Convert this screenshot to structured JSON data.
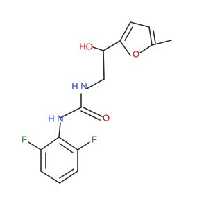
{
  "colors": {
    "bond": "#2b2b2b",
    "oxygen": "#d40000",
    "nitrogen": "#1f3bd6",
    "fluorine": "#2c8a26"
  },
  "labels": {
    "hydroxyl": "HO",
    "furan_oxygen": "O",
    "amide_nh_upper": "N",
    "amide_h_upper": "H",
    "amide_nh_lower": "N",
    "amide_h_lower": "H",
    "carbonyl_oxygen": "O",
    "fluorine_left": "F",
    "fluorine_right": "F"
  }
}
